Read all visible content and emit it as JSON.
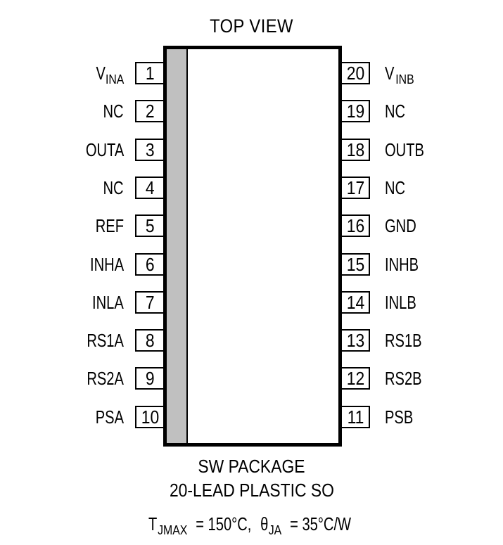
{
  "diagram": {
    "title": "TOP VIEW",
    "left_pins": [
      {
        "number": "1",
        "label_main": "V",
        "label_sub": "INA"
      },
      {
        "number": "2",
        "label_main": "NC",
        "label_sub": ""
      },
      {
        "number": "3",
        "label_main": "OUTA",
        "label_sub": ""
      },
      {
        "number": "4",
        "label_main": "NC",
        "label_sub": ""
      },
      {
        "number": "5",
        "label_main": "REF",
        "label_sub": ""
      },
      {
        "number": "6",
        "label_main": "INHA",
        "label_sub": ""
      },
      {
        "number": "7",
        "label_main": "INLA",
        "label_sub": ""
      },
      {
        "number": "8",
        "label_main": "RS1A",
        "label_sub": ""
      },
      {
        "number": "9",
        "label_main": "RS2A",
        "label_sub": ""
      },
      {
        "number": "10",
        "label_main": "PSA",
        "label_sub": ""
      }
    ],
    "right_pins": [
      {
        "number": "20",
        "label_main": "V",
        "label_sub": "INB"
      },
      {
        "number": "19",
        "label_main": "NC",
        "label_sub": ""
      },
      {
        "number": "18",
        "label_main": "OUTB",
        "label_sub": ""
      },
      {
        "number": "17",
        "label_main": "NC",
        "label_sub": ""
      },
      {
        "number": "16",
        "label_main": "GND",
        "label_sub": ""
      },
      {
        "number": "15",
        "label_main": "INHB",
        "label_sub": ""
      },
      {
        "number": "14",
        "label_main": "INLB",
        "label_sub": ""
      },
      {
        "number": "13",
        "label_main": "RS1B",
        "label_sub": ""
      },
      {
        "number": "12",
        "label_main": "RS2B",
        "label_sub": ""
      },
      {
        "number": "11",
        "label_main": "PSB",
        "label_sub": ""
      }
    ],
    "package_line1": "SW PACKAGE",
    "package_line2": "20-LEAD PLASTIC SO",
    "thermal": {
      "t_main": "T",
      "t_sub": "JMAX",
      "t_value": " = 150°C, ",
      "theta_main": "θ",
      "theta_sub": "JA",
      "theta_value": " = 35°C/W"
    },
    "colors": {
      "pin1_marker": "#c0c0c0",
      "outline": "#000000"
    }
  }
}
